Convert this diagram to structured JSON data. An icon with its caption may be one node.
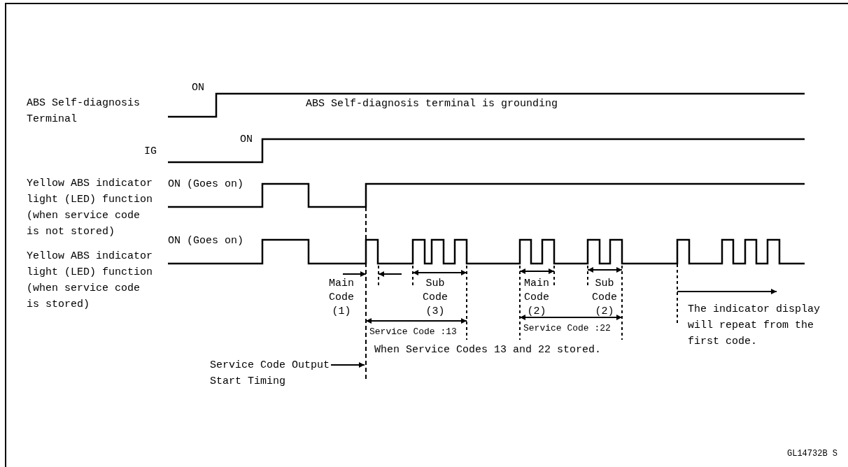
{
  "diagram": {
    "nodes": [
      {
        "text": [
          "Service Code Output Start Timing"
        ]
      },
      {
        "text": [],
        "shape": "line"
      }
    ],
    "edges": [
      {
        "from": 0,
        "to": 1,
        "arrow": "to"
      }
    ],
    "labels": [
      "ON",
      "ABS Self-diagnosis Terminal",
      "ABS Self-diagnosis terminal is grounding",
      "ON",
      "IG",
      "Yellow ABS indicator light (LED) function (when service code is not stored)",
      "ON (Goes on)",
      "ON (Goes on)",
      "Yellow ABS indicator light (LED) function (when service code is stored)",
      "Main Code (1)",
      "Sub Code (3)",
      "Main Code (2)",
      "Sub Code (2)",
      "Service Code :13",
      "Service Code :22",
      "The indicator display will repeat from the first code.",
      "When Service Codes 13 and 22 stored.",
      "GL14732B S"
    ]
  }
}
